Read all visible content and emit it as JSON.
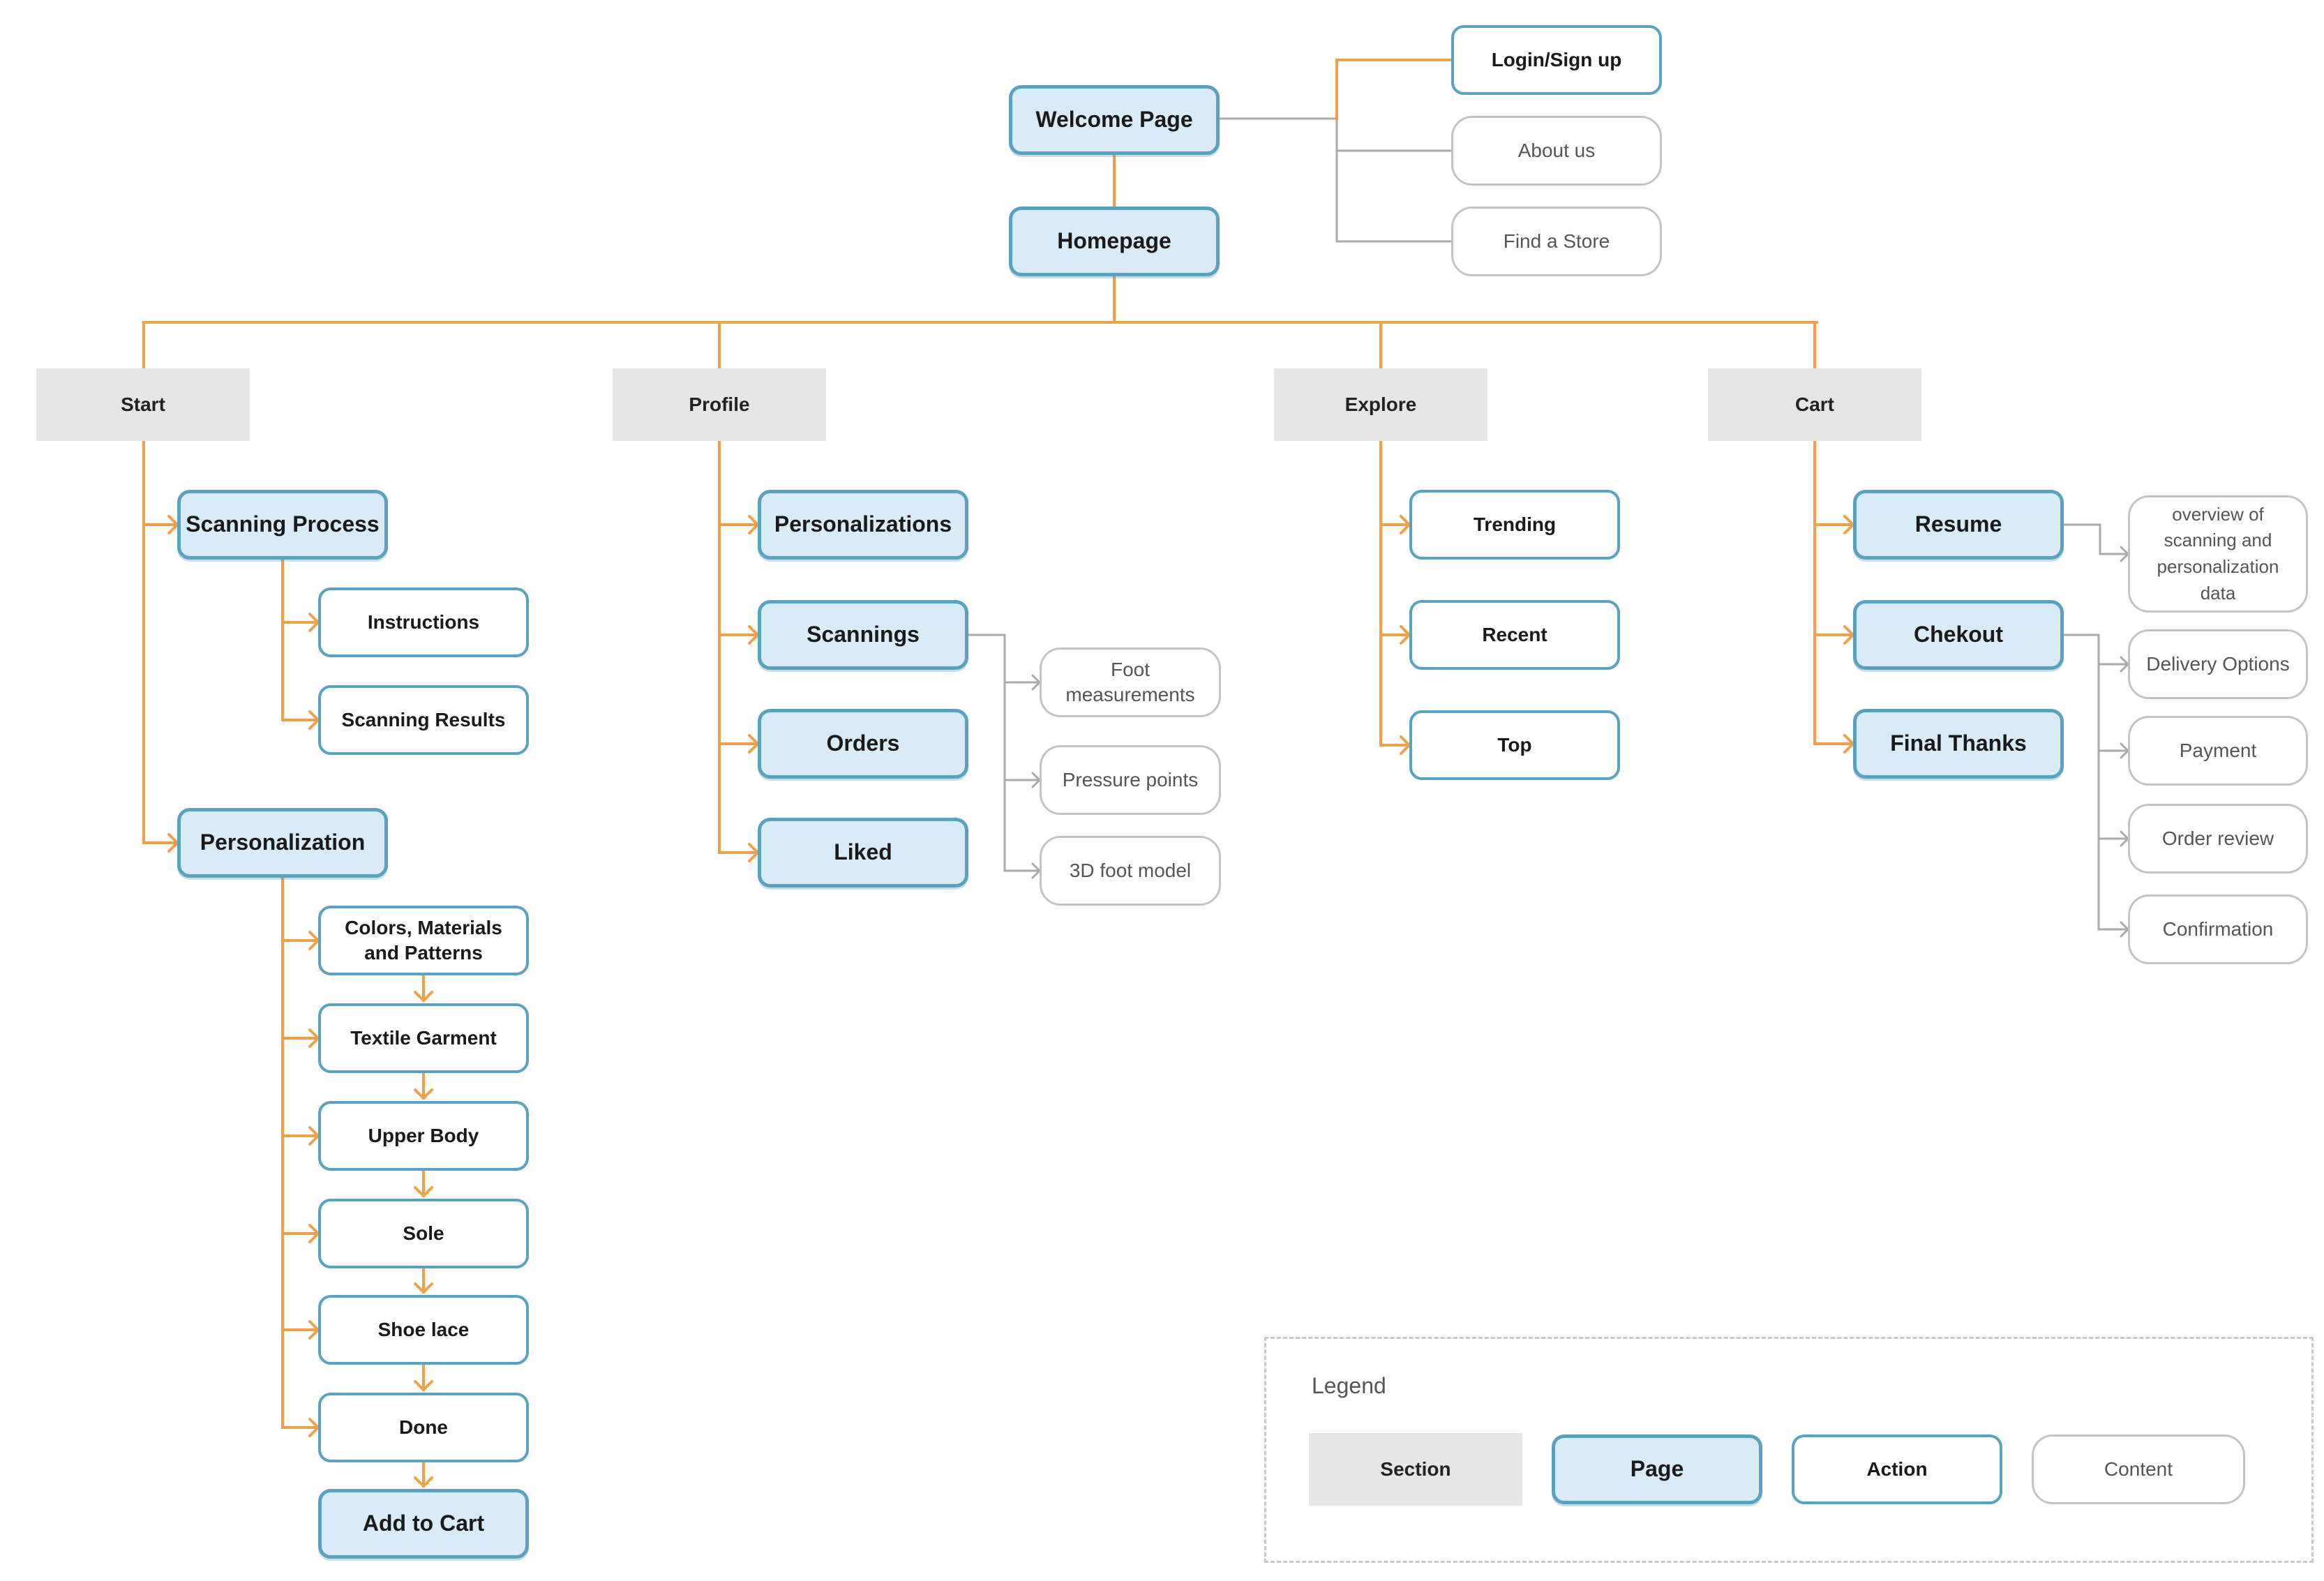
{
  "colors": {
    "connector_primary": "#f0a04b",
    "connector_secondary": "#aaaaaa",
    "section_fill": "#e6e6e6",
    "page_fill": "#d9ebf7",
    "page_border": "#5aa3c0",
    "content_border": "#c4c4c4"
  },
  "top": {
    "welcome": "Welcome Page",
    "homepage": "Homepage",
    "login": "Login/Sign up",
    "about": "About us",
    "find_store": "Find a Store"
  },
  "sections": {
    "start": "Start",
    "profile": "Profile",
    "explore": "Explore",
    "cart": "Cart"
  },
  "start": {
    "scanning_process": "Scanning Process",
    "instructions": "Instructions",
    "scanning_results": "Scanning Results",
    "personalization": "Personalization",
    "steps": [
      "Colors, Materials",
      "and Patterns",
      "Textile Garment",
      "Upper Body",
      "Sole",
      "Shoe lace",
      "Done"
    ],
    "add_to_cart": "Add to Cart"
  },
  "profile": {
    "personalizations": "Personalizations",
    "scannings": "Scannings",
    "orders": "Orders",
    "liked": "Liked",
    "foot_measurements": [
      "Foot",
      "measurements"
    ],
    "pressure_points": "Pressure points",
    "foot_model": "3D foot model"
  },
  "explore": {
    "trending": "Trending",
    "recent": "Recent",
    "top": "Top"
  },
  "cart": {
    "resume": "Resume",
    "checkout": "Chekout",
    "final_thanks": "Final Thanks",
    "overview": [
      "overview of",
      "scanning and",
      "personalization",
      "data"
    ],
    "delivery_options": "Delivery Options",
    "payment": "Payment",
    "order_review": "Order review",
    "confirmation": "Confirmation"
  },
  "legend": {
    "title": "Legend",
    "section": "Section",
    "page": "Page",
    "action": "Action",
    "content": "Content"
  }
}
